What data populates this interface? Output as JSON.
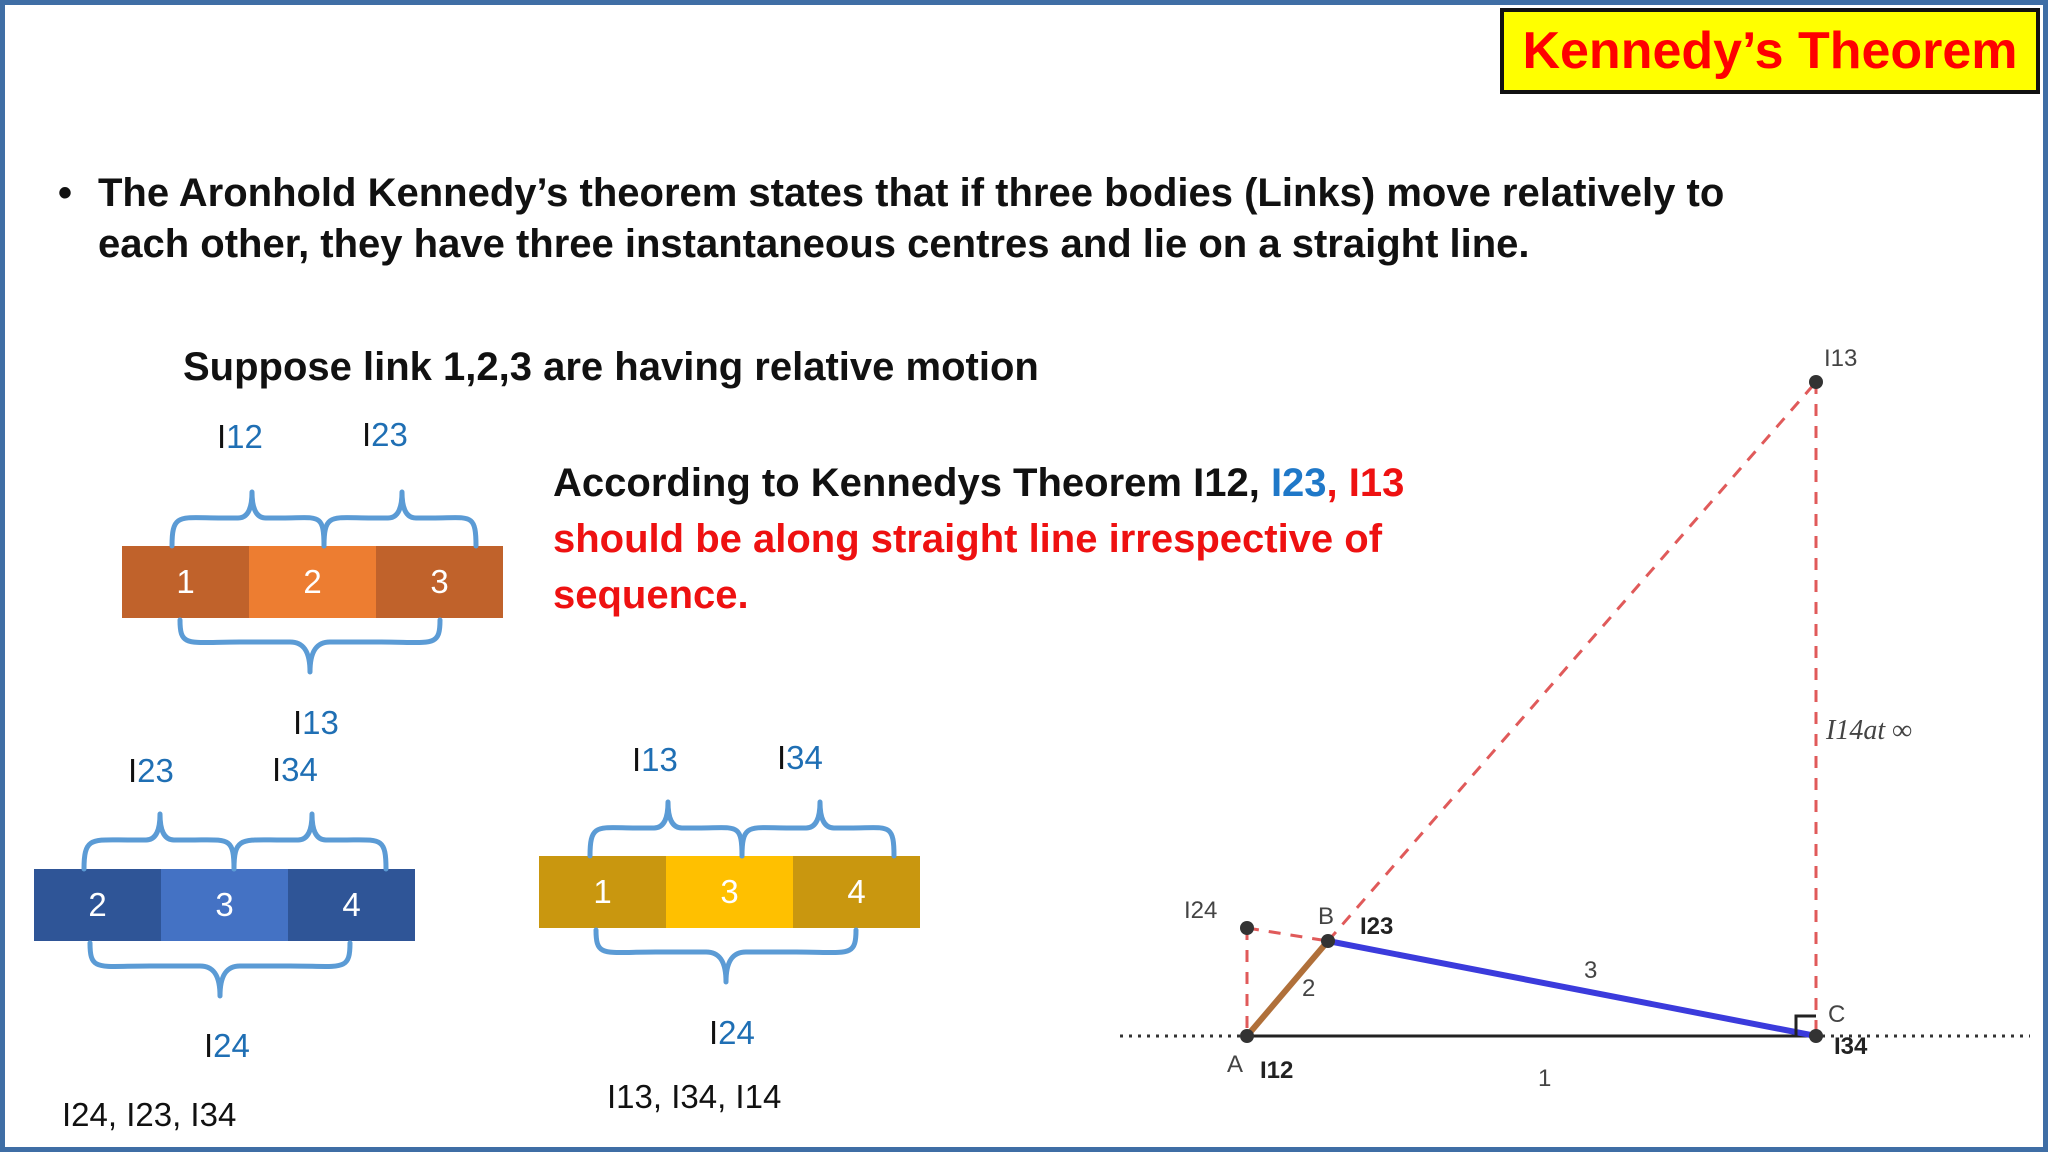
{
  "title": "Kennedy’s Theorem",
  "bullet": {
    "marker": "•",
    "text": "The Aronhold Kennedy’s theorem states that if three bodies (Links) move relatively to each other, they have three instantaneous centres and lie on a straight line."
  },
  "subheading": "Suppose link 1,2,3 are having relative motion",
  "statement": {
    "part1": "According to Kennedys Theorem I12, ",
    "part2": "I23",
    "part3": ", I13",
    "part4": "should be along straight line irrespective of sequence."
  },
  "colors": {
    "title_bg": "#ffff00",
    "title_text": "#ff0000",
    "frame": "#3f6ea5",
    "brace": "#5b9bd5",
    "label_num": "#1f6fb4",
    "orange_dark": "#c0622b",
    "orange_light": "#ed7d31",
    "blue_dark": "#2f5597",
    "blue_light": "#4472c4",
    "gold_dark": "#c9970f",
    "gold_light": "#ffc000",
    "link2": "#b0703a",
    "link3": "#3b3bdc",
    "dashed": "#e05a5a"
  },
  "groups": [
    {
      "segments": [
        "1",
        "2",
        "3"
      ],
      "top_labels": [
        {
          "prefix": "I",
          "num": "12"
        },
        {
          "prefix": "I",
          "num": "23"
        }
      ],
      "bottom_label": {
        "prefix": "I",
        "num": "13"
      }
    },
    {
      "segments": [
        "2",
        "3",
        "4"
      ],
      "top_labels": [
        {
          "prefix": "I",
          "num": "23"
        },
        {
          "prefix": "I",
          "num": "34"
        }
      ],
      "bottom_label": {
        "prefix": "I",
        "num": "24"
      },
      "caption": "I24, I23, I34"
    },
    {
      "segments": [
        "1",
        "3",
        "4"
      ],
      "top_labels": [
        {
          "prefix": "I",
          "num": "13"
        },
        {
          "prefix": "I",
          "num": "34"
        }
      ],
      "bottom_label": {
        "prefix": "I",
        "num": "24"
      },
      "caption": "I13, I34, I14"
    }
  ],
  "mechanism": {
    "points": {
      "A": "A",
      "B": "B",
      "C": "C",
      "I12": "I12",
      "I23": "I23",
      "I34": "I34",
      "I13": "I13",
      "I24": "I24"
    },
    "links": {
      "ground": "1",
      "crank": "2",
      "coupler": "3"
    },
    "infinity_label": "I14at ∞"
  }
}
